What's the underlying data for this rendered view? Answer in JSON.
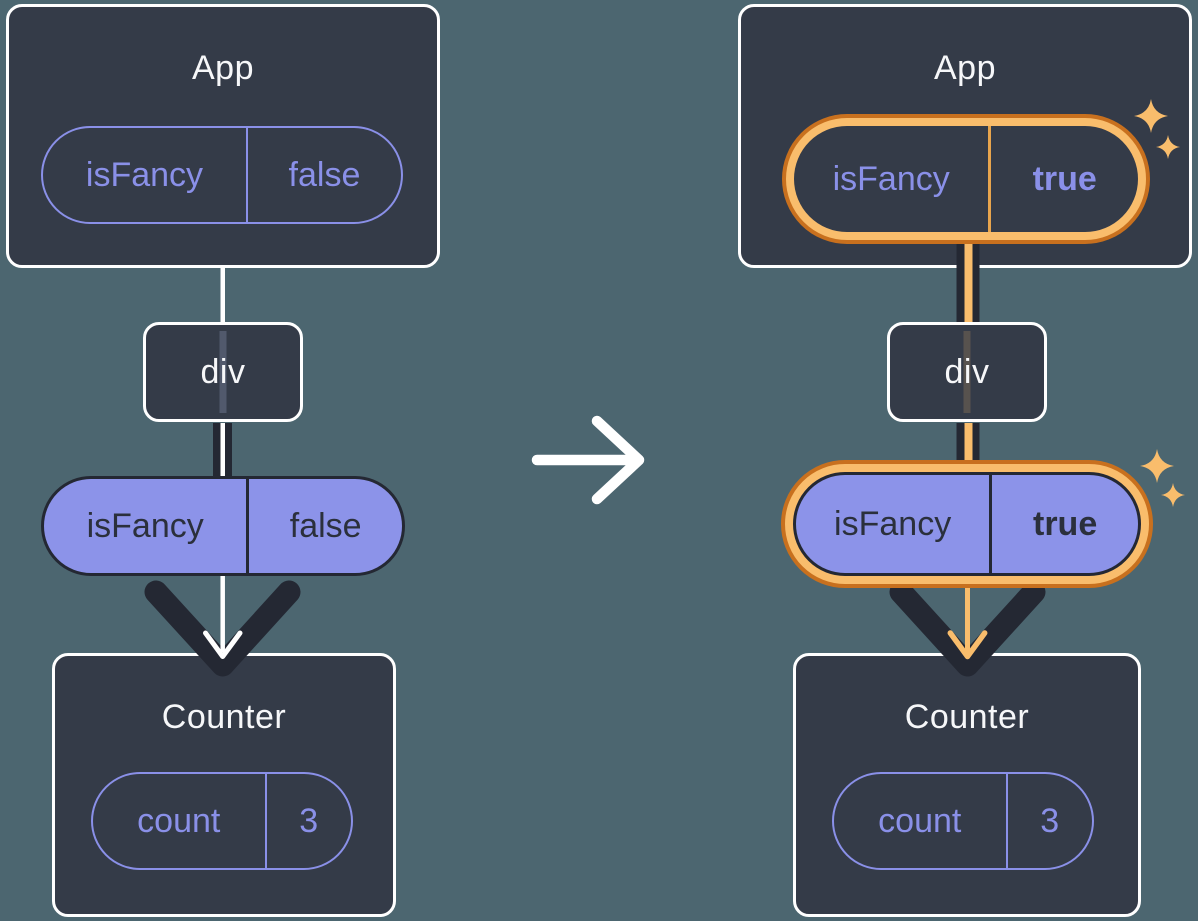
{
  "colors": {
    "background": "#4C6670",
    "card_fill": "#343B48",
    "card_border": "#FFFFFF",
    "purple_stroke": "#8A90E8",
    "purple_fill": "#8C93E9",
    "dark_accent": "#242833",
    "highlight_orange_light": "#F9BD6C",
    "highlight_orange_dark": "#C8701E",
    "highlight_divider": "#E8A54D",
    "arrow_white": "#FFFFFF"
  },
  "icons": {
    "transition": "right-arrow-icon",
    "highlight": "sparkle-icon",
    "flow": "down-arrow-icon"
  },
  "left_tree": {
    "app": {
      "title": "App",
      "prop": {
        "name": "isFancy",
        "value": "false"
      }
    },
    "container": {
      "title": "div"
    },
    "passed_prop": {
      "name": "isFancy",
      "value": "false"
    },
    "counter": {
      "title": "Counter",
      "state": {
        "name": "count",
        "value": "3"
      }
    }
  },
  "right_tree": {
    "app": {
      "title": "App",
      "prop": {
        "name": "isFancy",
        "value": "true"
      }
    },
    "container": {
      "title": "div"
    },
    "passed_prop": {
      "name": "isFancy",
      "value": "true"
    },
    "counter": {
      "title": "Counter",
      "state": {
        "name": "count",
        "value": "3"
      }
    }
  }
}
